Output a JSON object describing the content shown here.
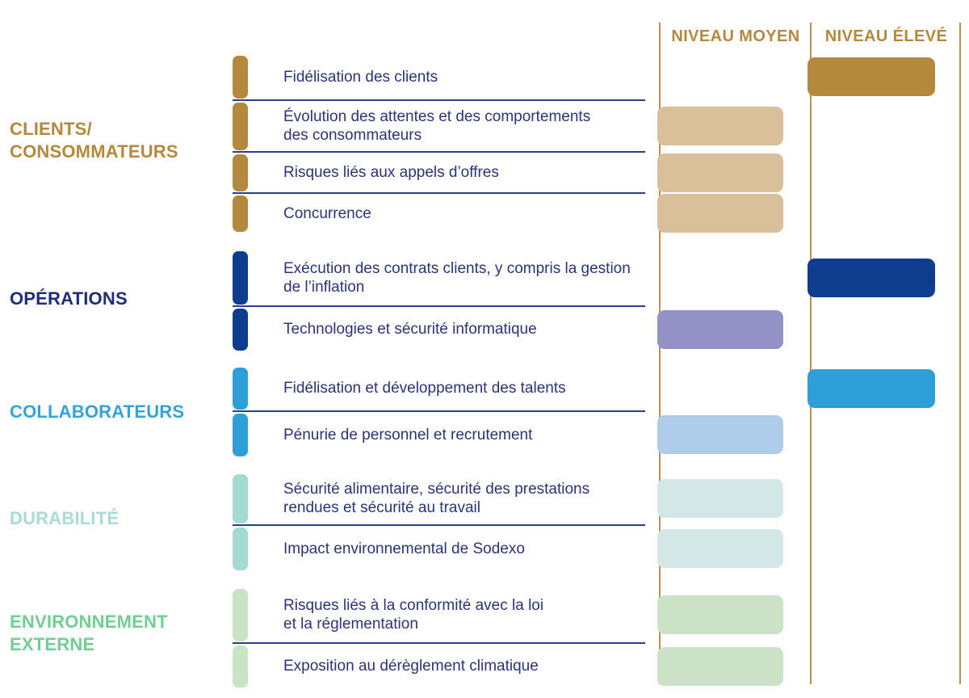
{
  "header": {
    "medium_label": "NIVEAU MOYEN",
    "high_label": "NIVEAU ÉLEVÉ",
    "header_color": "#B5893D"
  },
  "colors": {
    "divider_line": "#B9904C",
    "separator_line": "#2B3E8C",
    "risk_text": "#2D3377"
  },
  "groups": [
    {
      "label_lines": [
        "CLIENTS/",
        "CONSOMMATEURS"
      ],
      "label_color": "#B5893D",
      "bar_color": "#B5893D",
      "rows": [
        {
          "lines": [
            "Fidélisation des clients"
          ],
          "level": "élevé",
          "box_color": "#B5893D"
        },
        {
          "lines": [
            "Évolution des attentes et des comportements",
            "des consommateurs"
          ],
          "level": "moyen",
          "box_color": "#D9C09B"
        },
        {
          "lines": [
            "Risques liés aux appels d’offres"
          ],
          "level": "moyen",
          "box_color": "#D9C09B"
        },
        {
          "lines": [
            "Concurrence"
          ],
          "level": "moyen",
          "box_color": "#D9C09B"
        }
      ]
    },
    {
      "label_lines": [
        "OPÉRATIONS"
      ],
      "label_color": "#202D7C",
      "bar_color": "#0F3D8E",
      "rows": [
        {
          "lines": [
            "Exécution des contrats clients, y compris la gestion",
            "de l’inflation"
          ],
          "level": "élevé",
          "box_color": "#0F3D8E"
        },
        {
          "lines": [
            "Technologies et sécurité informatique"
          ],
          "level": "moyen",
          "box_color": "#9391C6"
        }
      ]
    },
    {
      "label_lines": [
        "COLLABORATEURS"
      ],
      "label_color": "#35A3DB",
      "bar_color": "#2E9FD8",
      "rows": [
        {
          "lines": [
            "Fidélisation et développement des talents"
          ],
          "level": "élevé",
          "box_color": "#2E9FD8"
        },
        {
          "lines": [
            "Pénurie de personnel et recrutement"
          ],
          "level": "moyen",
          "box_color": "#AFCDEA"
        }
      ]
    },
    {
      "label_lines": [
        "DURABILITÉ"
      ],
      "label_color": "#A9DBD5",
      "bar_color": "#A5DAD3",
      "rows": [
        {
          "lines": [
            "Sécurité alimentaire, sécurité des prestations",
            "rendues et sécurité au travail"
          ],
          "level": "moyen",
          "box_color": "#D3E8E6"
        },
        {
          "lines": [
            "Impact environnemental de Sodexo"
          ],
          "level": "moyen",
          "box_color": "#D3E8E6"
        }
      ]
    },
    {
      "label_lines": [
        "ENVIRONNEMENT",
        "EXTERNE"
      ],
      "label_color": "#71CE94",
      "bar_color": "#C9E3C5",
      "rows": [
        {
          "lines": [
            "Risques liés à la conformité avec la loi",
            "et la réglementation"
          ],
          "level": "moyen",
          "box_color": "#CBE2C6"
        },
        {
          "lines": [
            "Exposition au dérèglement climatique"
          ],
          "level": "moyen",
          "box_color": "#CBE2C6"
        }
      ]
    }
  ]
}
